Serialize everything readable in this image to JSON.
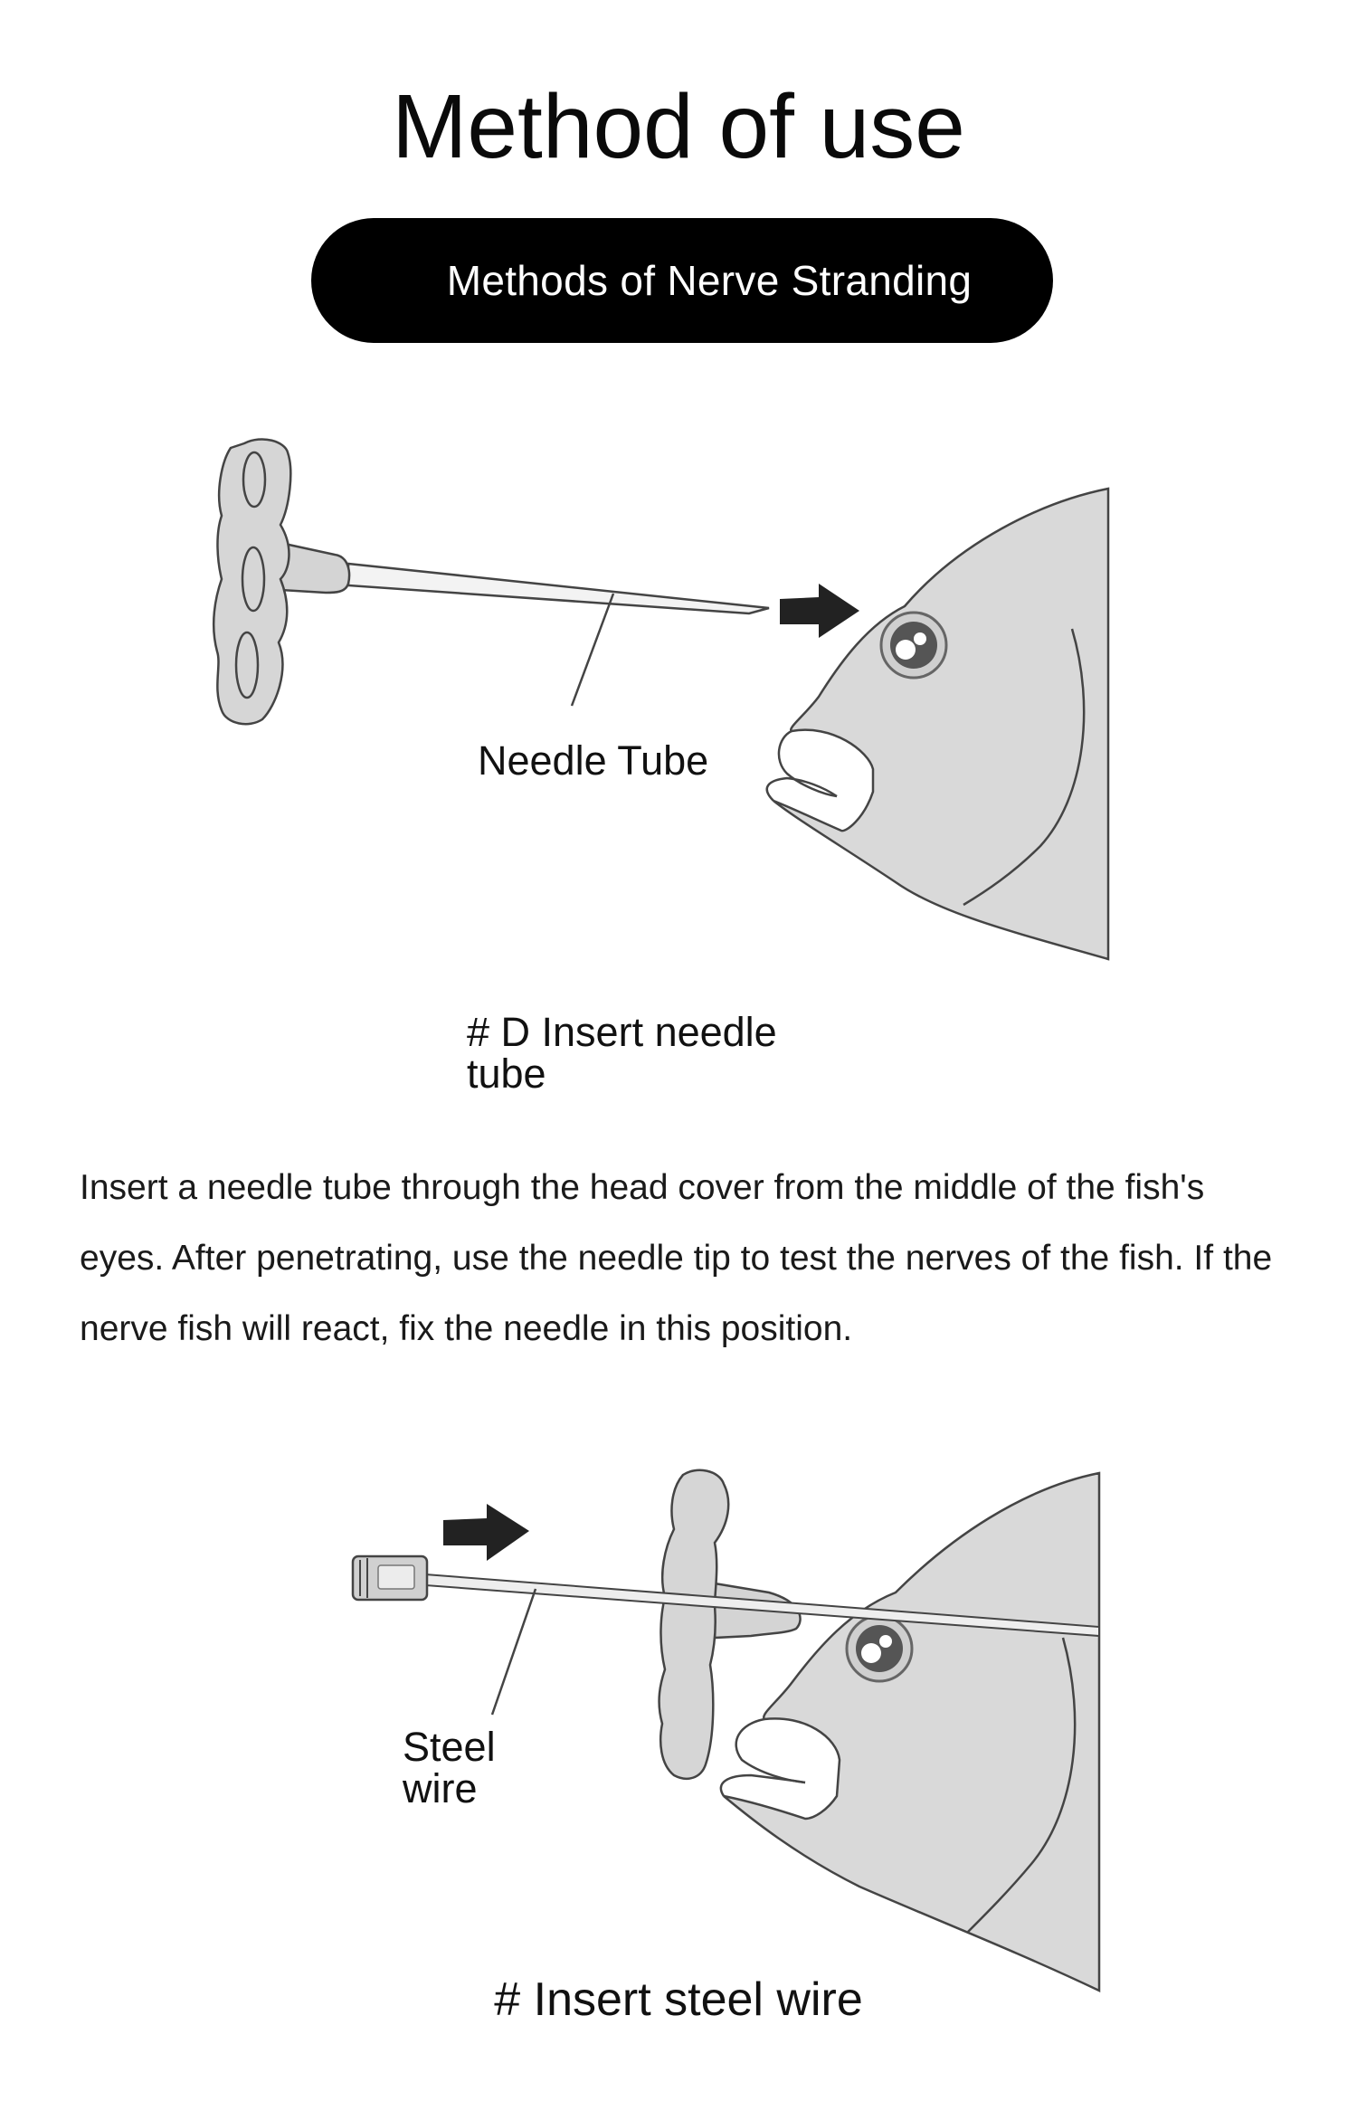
{
  "header": {
    "title": "Method of use",
    "pill_label": "Methods of Nerve Stranding"
  },
  "step1": {
    "callout": "Needle Tube",
    "caption_line1": "# D Insert needle",
    "caption_line2": "tube",
    "description": "Insert a needle tube through the head cover from the middle of the fish's eyes. After penetrating, use the needle tip to test the nerves of the fish. If the nerve fish will react, fix the needle in this position."
  },
  "step2": {
    "callout_line1": "Steel",
    "callout_line2": "wire",
    "caption": "# Insert steel wire"
  },
  "colors": {
    "fish_fill": "#d9d9d9",
    "outline": "#444444",
    "pill": "#000000",
    "arrow": "#222222"
  },
  "icons": [
    "t-handle-tool",
    "needle-tube",
    "fish-head",
    "push-arrow",
    "steel-wire"
  ]
}
